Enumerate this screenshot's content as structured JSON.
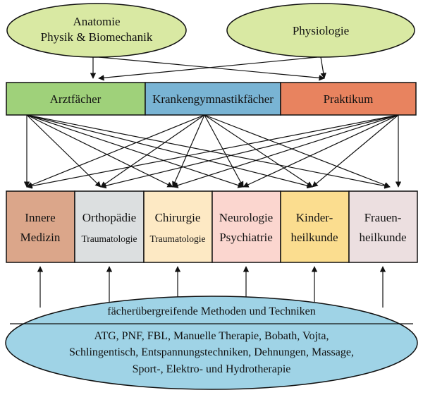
{
  "top": {
    "left_ellipse": {
      "line1": "Anatomie",
      "line2": "Physik & Biomechanik",
      "fill": "#d9e9a3"
    },
    "right_ellipse": {
      "label": "Physiologie",
      "fill": "#d9e9a3"
    }
  },
  "categories": [
    {
      "label": "Arztfächer",
      "fill": "#9fd17a"
    },
    {
      "label": "Krankengymnastikfächer",
      "fill": "#79b4d4"
    },
    {
      "label": "Praktikum",
      "fill": "#e8835f"
    }
  ],
  "specialties": [
    {
      "line1": "Innere",
      "line2": "Medizin",
      "fill": "#dba68a"
    },
    {
      "line1": "Orthopädie",
      "line2": "Traumatologie",
      "fill": "#dcdfe0"
    },
    {
      "line1": "Chirurgie",
      "line2": "Traumatologie",
      "fill": "#fde9c4"
    },
    {
      "line1": "Neurologie",
      "line2": "Psychiatrie",
      "fill": "#fbd6cf"
    },
    {
      "line1": "Kinder-",
      "line2": "heilkunde",
      "fill": "#fbdd8f"
    },
    {
      "line1": "Frauen-",
      "line2": "heilkunde",
      "fill": "#ecdfe0"
    }
  ],
  "methods": {
    "title": "fächerübergreifende Methoden und Techniken",
    "line1": "ATG, PNF, FBL, Manuelle Therapie, Bobath, Vojta,",
    "line2": "Schlingentisch, Entspannungstechniken, Dehnungen, Massage,",
    "line3": "Sport-, Elektro- und Hydrotherapie",
    "fill": "#9fd3e6"
  }
}
